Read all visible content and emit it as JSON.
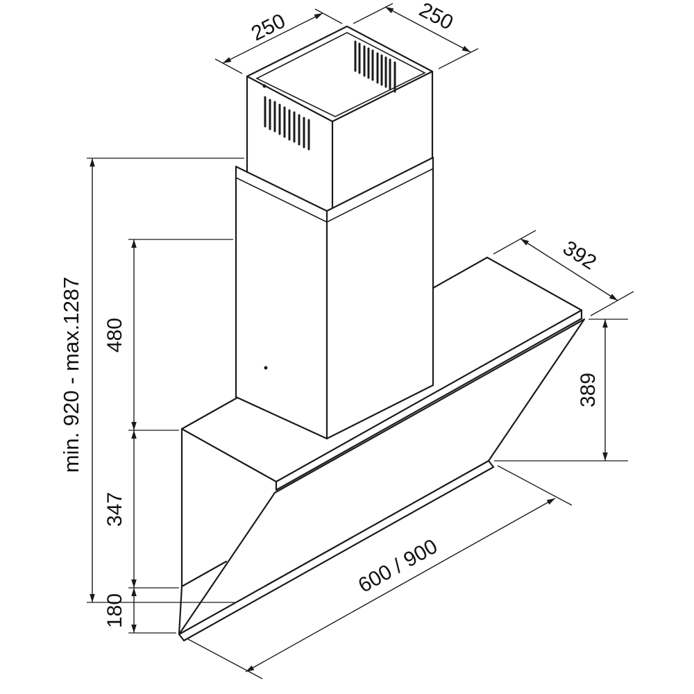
{
  "labels": {
    "chimney_width": "250",
    "chimney_depth": "250",
    "height_range": "min. 920 - max.1287",
    "chimney_lower_height": "480",
    "body_back_height": "347",
    "bottom_offset": "180",
    "top_depth": "392",
    "front_glass_height": "389",
    "width_options": "600 / 900"
  },
  "colors": {
    "line": "#1a1a1a",
    "background": "#ffffff"
  }
}
